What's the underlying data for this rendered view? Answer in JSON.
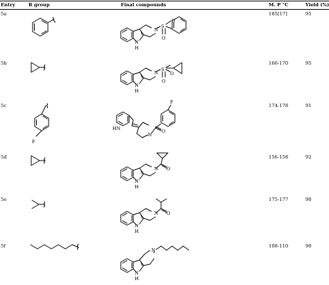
{
  "table": {
    "headers": {
      "entry": "Entry",
      "r_group": "R group",
      "final": "Final compounds",
      "mp": "M. P °C",
      "yield": "Yield (%)"
    },
    "rows": [
      {
        "entry": "5a",
        "mp": "185[17]",
        "yield": "95",
        "r_group_icon": "phenyl-substituent-structure",
        "compound_icon": "phenylsulfonyl-tetrahydro-beta-carboline-structure"
      },
      {
        "entry": "5b",
        "mp": "166-170",
        "yield": "95",
        "r_group_icon": "cyclopropyl-substituent-structure",
        "compound_icon": "cyclopropylsulfonyl-tetrahydro-beta-carboline-structure"
      },
      {
        "entry": "5c",
        "mp": "174-178",
        "yield": "91",
        "r_group_icon": "4-fluorophenyl-substituent-structure",
        "compound_icon": "4-fluorobenzoyl-tetrahydro-beta-carboline-structure"
      },
      {
        "entry": "5d",
        "mp": "156-158",
        "yield": "92",
        "r_group_icon": "cyclopropyl-substituent-structure",
        "compound_icon": "cyclopropanecarbonyl-tetrahydro-beta-carboline-structure"
      },
      {
        "entry": "5e",
        "mp": "175-177",
        "yield": "90",
        "r_group_icon": "isopropyl-substituent-structure",
        "compound_icon": "isobutyryl-tetrahydro-beta-carboline-structure"
      },
      {
        "entry": "5f",
        "mp": "108-110",
        "yield": "90",
        "r_group_icon": "heptyl-substituent-structure",
        "compound_icon": "heptyl-tetrahydro-beta-carboline-structure"
      }
    ]
  },
  "atoms": {
    "S": "S",
    "O": "O",
    "N": "N",
    "H": "H",
    "HN": "HN",
    "F": "F"
  }
}
